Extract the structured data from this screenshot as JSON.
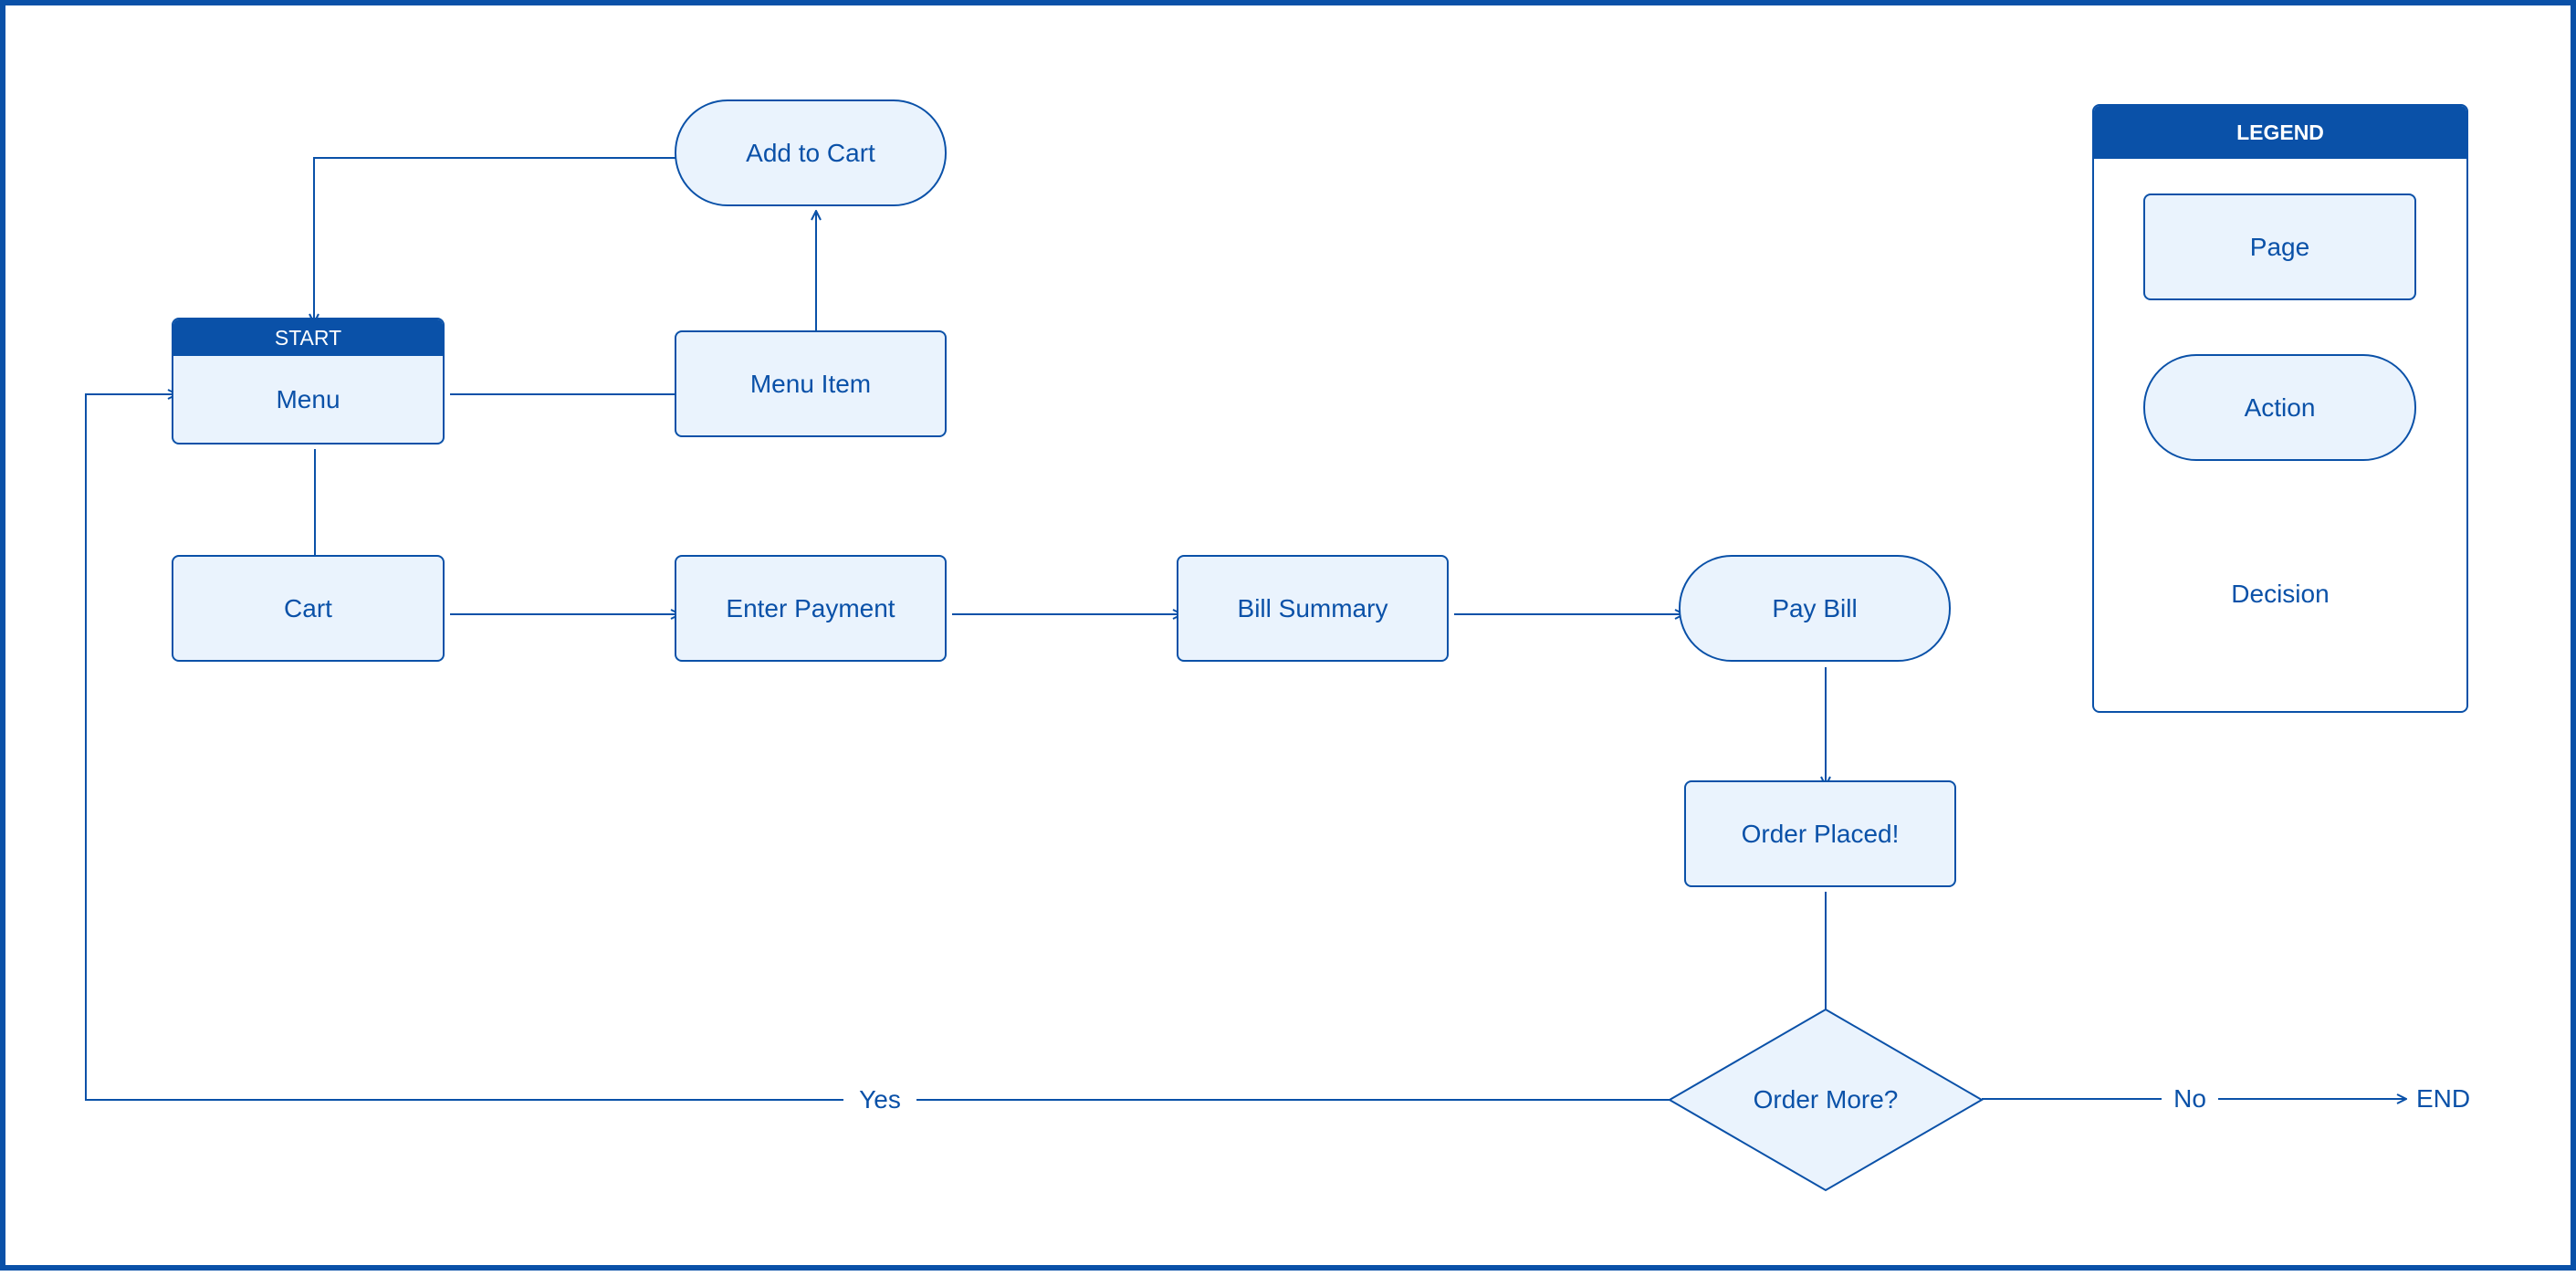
{
  "colors": {
    "primary": "#0A51A8",
    "node_fill": "#EAF3FD",
    "background": "#FFFFFF"
  },
  "nodes": {
    "start_tag": "START",
    "menu": "Menu",
    "add_to_cart": "Add to Cart",
    "menu_item": "Menu Item",
    "cart": "Cart",
    "enter_payment": "Enter Payment",
    "bill_summary": "Bill Summary",
    "pay_bill": "Pay Bill",
    "order_placed": "Order Placed!",
    "order_more": "Order More?",
    "end": "END"
  },
  "edges": {
    "yes_label": "Yes",
    "no_label": "No"
  },
  "legend": {
    "title": "LEGEND",
    "page_label": "Page",
    "action_label": "Action",
    "decision_label": "Decision"
  }
}
